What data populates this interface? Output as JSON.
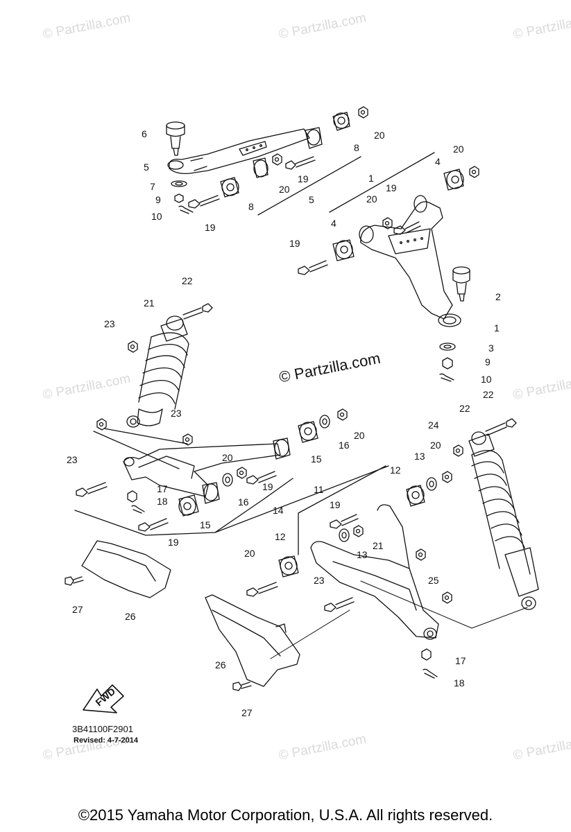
{
  "watermark": "© Partzilla.com",
  "center_watermark": "© Partzilla.com",
  "fwd_label": "FWD",
  "diagram_code": "3B41100F2901",
  "revised": "Revised: 4-7-2014",
  "copyright": "©2015 Yamaha Motor Corporation, U.S.A. All rights reserved.",
  "colors": {
    "line": "#111111",
    "watermark": "#d9d9d9"
  },
  "callouts": [
    "1",
    "1",
    "2",
    "3",
    "4",
    "4",
    "5",
    "5",
    "6",
    "7",
    "8",
    "8",
    "9",
    "9",
    "10",
    "10",
    "11",
    "12",
    "12",
    "13",
    "13",
    "14",
    "15",
    "15",
    "16",
    "16",
    "17",
    "17",
    "18",
    "18",
    "19",
    "19",
    "19",
    "19",
    "19",
    "19",
    "19",
    "20",
    "20",
    "20",
    "20",
    "20",
    "20",
    "20",
    "20",
    "21",
    "21",
    "22",
    "22",
    "22",
    "23",
    "23",
    "23",
    "23",
    "24",
    "25",
    "26",
    "26",
    "27",
    "27"
  ]
}
